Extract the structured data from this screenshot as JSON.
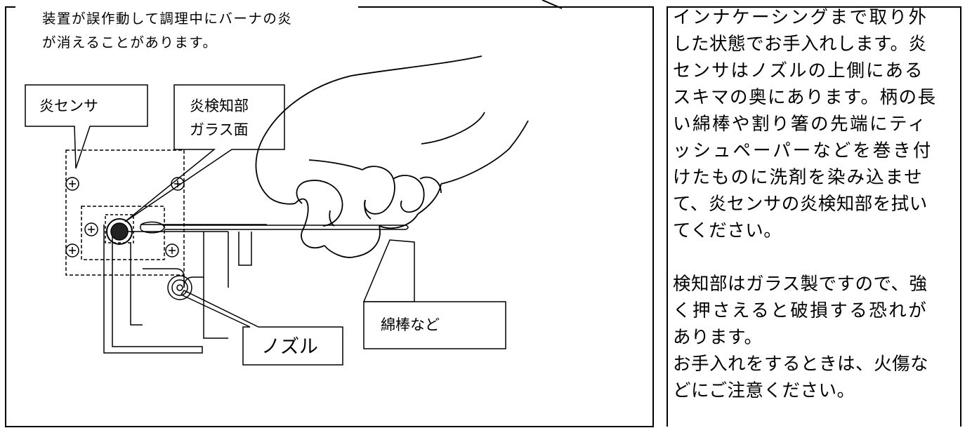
{
  "warning": {
    "line1": "装置が誤作動して調理中にバーナの炎",
    "line2": "が消えることがあります。"
  },
  "labels": {
    "flame_sensor": "炎センサ",
    "detector_glass_line1": "炎検知部",
    "detector_glass_line2": "ガラス面",
    "cotton_swab": "綿棒など",
    "nozzle": "ノズル"
  },
  "instructions": {
    "paragraph1": [
      "インナケーシングまで取り外",
      "した状態でお手入れします。炎",
      "センサはノズルの上側にある",
      "スキマの奥にあります。柄の長",
      "い綿棒や割り箸の先端にティ",
      "ッシュペーパーなどを巻き付",
      "けたものに洗剤を染み込ませ",
      "て、炎センサの炎検知部を拭い",
      "てください。"
    ],
    "paragraph2": [
      "検知部はガラス製ですので、強",
      "く押さえると破損する恐れが",
      "あります。",
      "お手入れをするときは、火傷な",
      "どにご注意ください。"
    ]
  }
}
